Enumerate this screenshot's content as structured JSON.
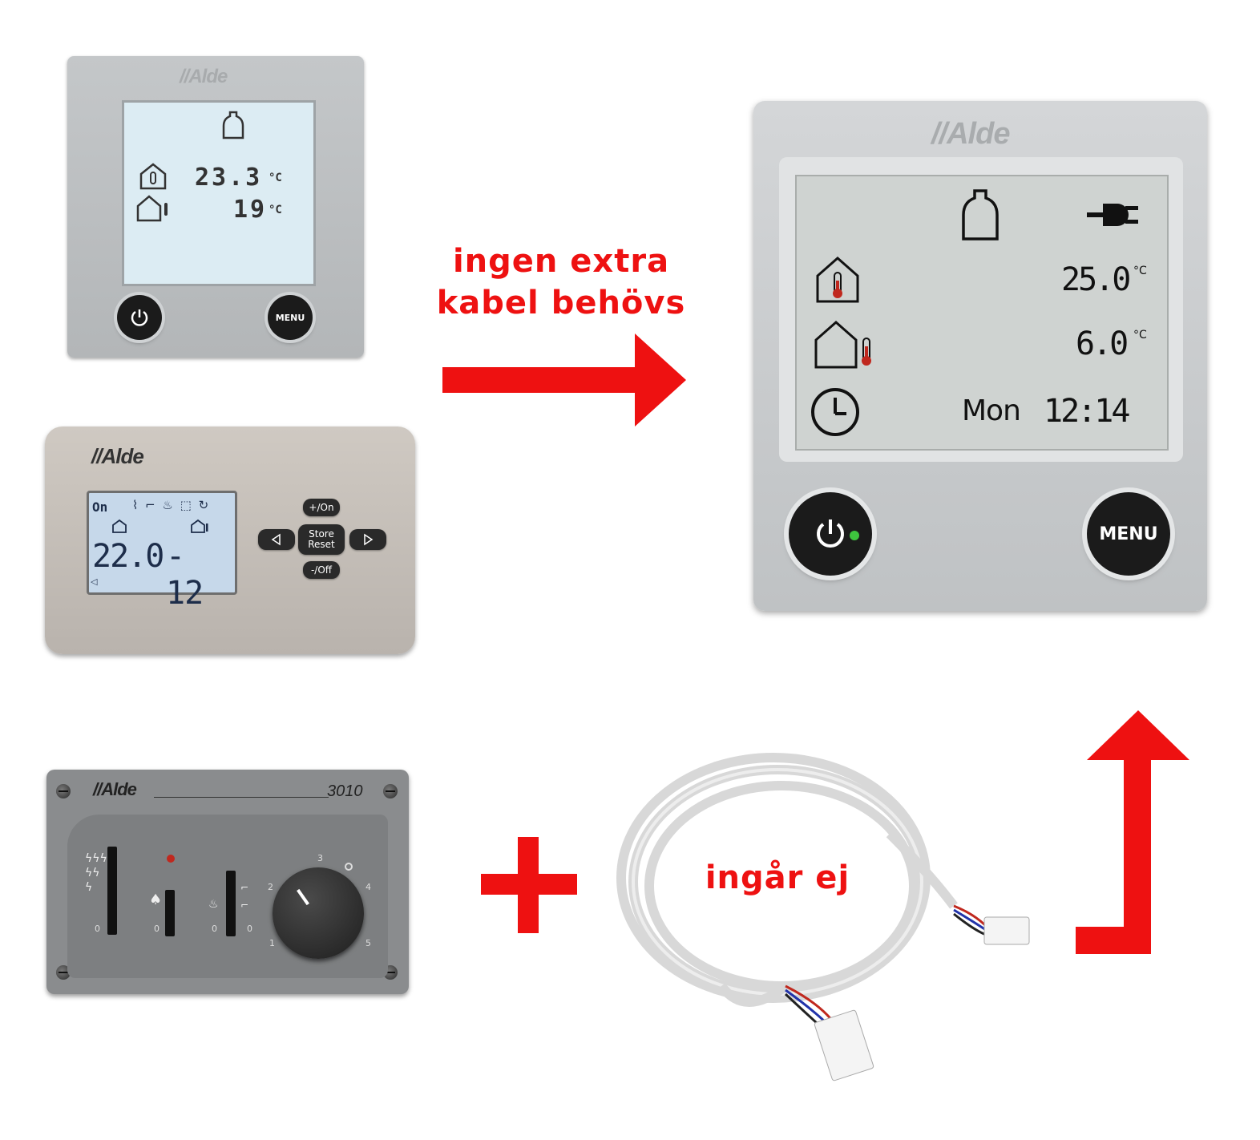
{
  "labels": {
    "no_extra_cable_line1": "ingen extra",
    "no_extra_cable_line2": "kabel behövs",
    "cable_not_included": "ingår ej"
  },
  "colors": {
    "arrow": "#ee1111",
    "panel_silver": "#bfc2c4",
    "lcd_blue": "#dfeef7",
    "lcd_gray": "#cfd3d1"
  },
  "panel_top_left": {
    "brand": "//Alde",
    "indoor_temp": "23.3",
    "outdoor_temp": "19",
    "unit": "°C",
    "menu_button": "MENU"
  },
  "panel_middle_left": {
    "brand": "//Alde",
    "lcd_on": "On",
    "lcd_left_value": "22.0",
    "lcd_right_value": "- 12",
    "btn_plus_on": "+/On",
    "btn_store_reset_line1": "Store",
    "btn_store_reset_line2": "Reset",
    "btn_minus_off": "-/Off"
  },
  "panel_bottom_left": {
    "brand": "//Alde",
    "model": "3010",
    "knob_scale": [
      "1",
      "2",
      "3",
      "4",
      "5"
    ],
    "slider_zero": "0"
  },
  "panel_right": {
    "brand": "//Alde",
    "indoor_temp": "25.0",
    "outdoor_temp": "6.0",
    "unit": "°C",
    "day": "Mon",
    "time": "12:14",
    "menu_button": "MENU"
  }
}
